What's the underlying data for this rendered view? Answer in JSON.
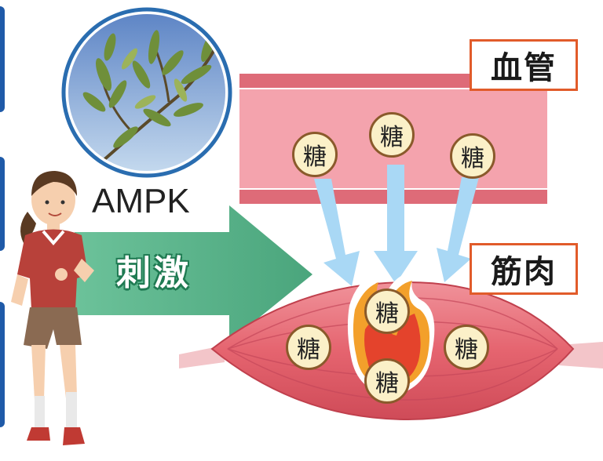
{
  "labels": {
    "blood_vessel": "血管",
    "muscle": "筋肉",
    "ampk": "AMPK",
    "stimulus": "刺激"
  },
  "sugar_label": "糖",
  "colors": {
    "vessel_wall": "#de6b78",
    "vessel_fill": "#f4a3ad",
    "arrow_blue": "#a9d8f5",
    "arrow_green": "#5fb58c",
    "muscle": "#e7707a",
    "flame_outer": "#f3a02b",
    "flame_inner": "#e4432c",
    "label_border": "#e15b2a",
    "left_panel": "#1f5aa8"
  }
}
